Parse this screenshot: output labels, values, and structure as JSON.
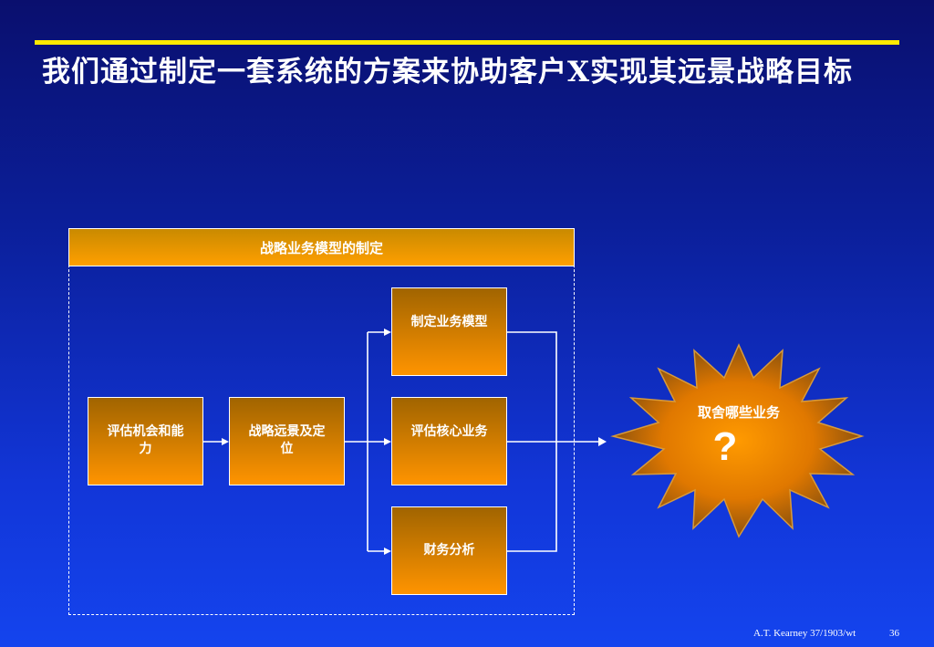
{
  "slide": {
    "title": "我们通过制定一套系统的方案来协助客户X实现其远景战略目标"
  },
  "diagram": {
    "header": "战略业务模型的制定",
    "steps": {
      "assess": "评估机会和能力",
      "vision": "战略远景及定位",
      "model": "制定业务模型",
      "core": "评估核心业务",
      "finance": "财务分析"
    },
    "outcome": {
      "label": "取舍哪些业务",
      "mark": "?"
    }
  },
  "footer": {
    "credit": "A.T. Kearney 37/1903/wt",
    "page": "36"
  },
  "colors": {
    "accent_rule": "#ffea00",
    "box_fill": "#ff9400",
    "background": "#1236d8"
  }
}
